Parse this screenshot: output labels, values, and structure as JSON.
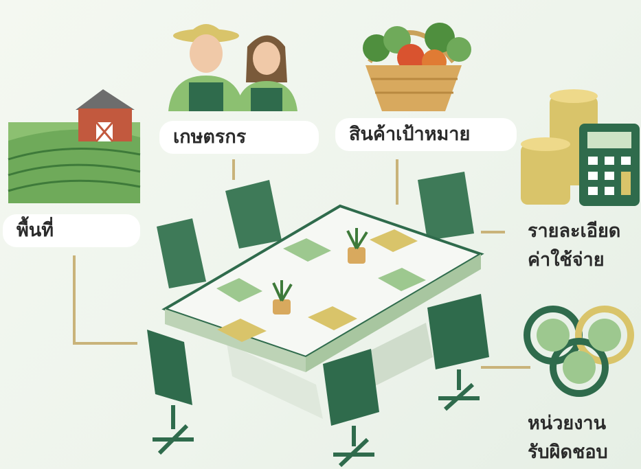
{
  "labels": {
    "area": "พื้นที่",
    "farmers": "เกษตรกร",
    "target_products": "สินค้าเป้าหมาย",
    "cost_details": [
      "รายละเอียด",
      "ค่าใช้จ่าย"
    ],
    "responsible_agency": [
      "หน่วยงาน",
      "รับผิดชอบ"
    ]
  },
  "icons": [
    "farm-icon",
    "farmers-icon",
    "vegetable-basket-icon",
    "coins-calculator-icon",
    "linked-rings-icon",
    "meeting-table-icon"
  ],
  "colors": {
    "primary_green": "#2f6b4c",
    "light_green": "#9dc88f",
    "gold": "#d9c46a",
    "connector": "#c9b37a"
  }
}
